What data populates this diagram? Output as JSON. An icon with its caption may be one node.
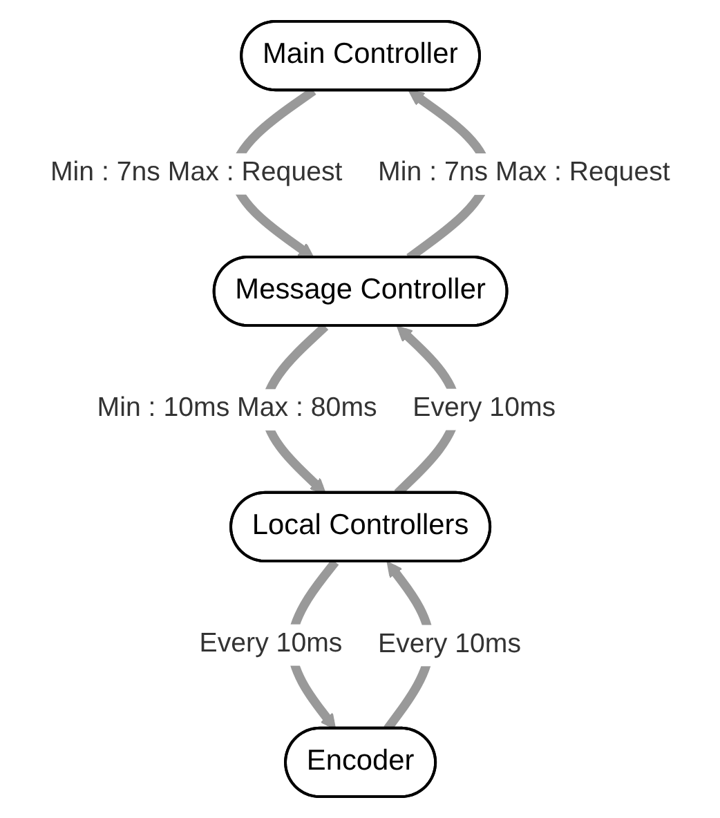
{
  "diagram": {
    "nodes": [
      {
        "text": [
          "Main Controller"
        ]
      },
      {
        "text": [
          "Message Controller"
        ]
      },
      {
        "text": [
          "Local Controllers"
        ]
      },
      {
        "text": [
          "Encoder"
        ]
      }
    ],
    "edges": [
      {
        "from": 0,
        "to": 1,
        "arrow": "to",
        "label": "Min : 7ns Max : Request"
      },
      {
        "from": 1,
        "to": 0,
        "arrow": "to",
        "label": "Min : 7ns Max : Request"
      },
      {
        "from": 1,
        "to": 2,
        "arrow": "to",
        "label": "Min : 10ms Max : 80ms"
      },
      {
        "from": 2,
        "to": 1,
        "arrow": "to",
        "label": "Every 10ms"
      },
      {
        "from": 2,
        "to": 3,
        "arrow": "to",
        "label": "Every 10ms"
      },
      {
        "from": 3,
        "to": 2,
        "arrow": "to",
        "label": "Every 10ms"
      }
    ]
  }
}
